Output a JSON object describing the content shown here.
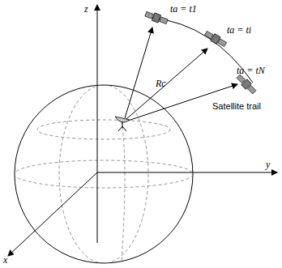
{
  "diagram": {
    "labels": [
      "z",
      "y",
      "x",
      "ta = t1",
      "ta = ti",
      "ta = tN",
      "Rc",
      "Satellite trail"
    ]
  }
}
